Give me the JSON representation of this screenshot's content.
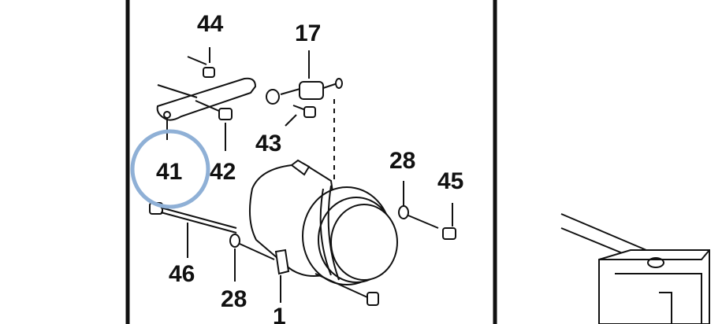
{
  "diagram": {
    "part_labels": [
      "44",
      "17",
      "43",
      "41",
      "42",
      "28",
      "45",
      "46",
      "28",
      "1"
    ],
    "highlight_color": "#8fb0d6",
    "frame_color": "#111111"
  }
}
